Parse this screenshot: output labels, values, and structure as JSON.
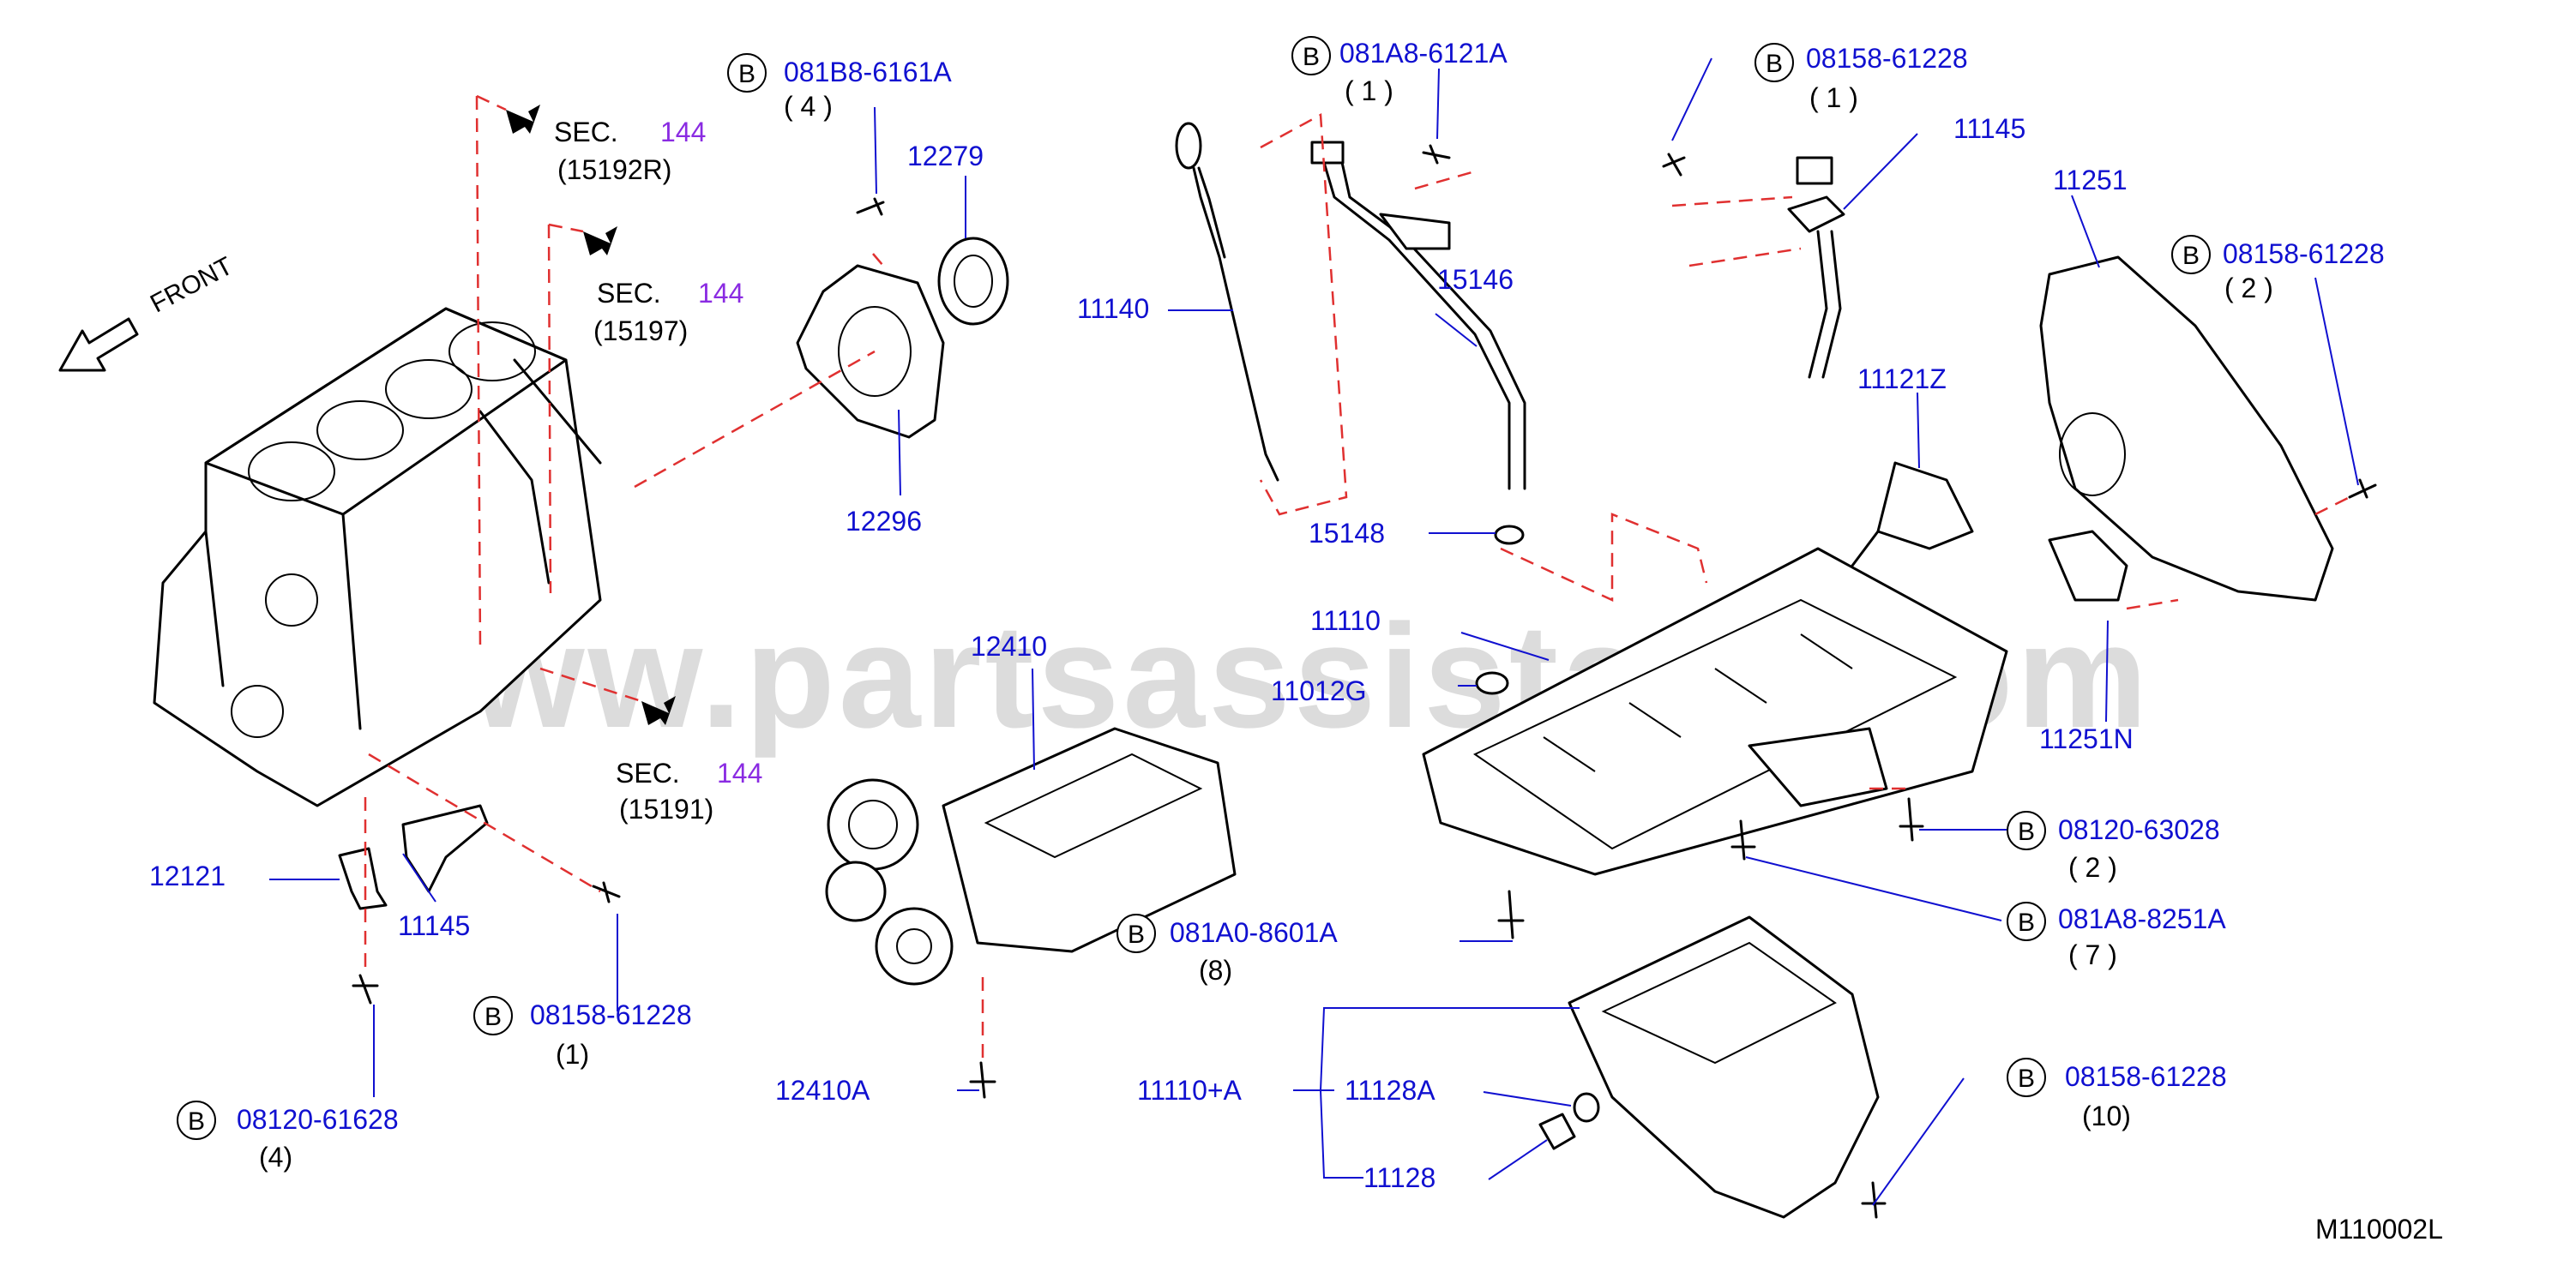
{
  "diagram": {
    "watermark": "www.partsassistant.com",
    "figure_code": "M110002L",
    "front_label": "FRONT",
    "colors": {
      "part_number": "#1010d0",
      "section_number": "#8a2be2",
      "leader_line": "#1010d0",
      "dashed_line": "#e03030",
      "outline": "#000000"
    },
    "sections": [
      {
        "label": "SEC.",
        "number": "144",
        "ref": "(15192R)"
      },
      {
        "label": "SEC.",
        "number": "144",
        "ref": "(15197)"
      },
      {
        "label": "SEC.",
        "number": "144",
        "ref": "(15191)"
      }
    ],
    "parts": {
      "p12279": "12279",
      "p12296": "12296",
      "p11140": "11140",
      "p15146": "15146",
      "p15148": "15148",
      "p11145_top": "11145",
      "p11251": "11251",
      "p11121Z": "11121Z",
      "p11110": "11110",
      "p11012G": "11012G",
      "p12410": "12410",
      "p11251N": "11251N",
      "p12121": "12121",
      "p11145_low": "11145",
      "p12410A": "12410A",
      "p11110A": "11110+A",
      "p11128A": "11128A",
      "p11128": "11128"
    },
    "bolts": {
      "b1": {
        "symbol": "B",
        "code": "081B8-6161A",
        "qty": "( 4 )"
      },
      "b2": {
        "symbol": "B",
        "code": "081A8-6121A",
        "qty": "( 1 )"
      },
      "b3": {
        "symbol": "B",
        "code": "08158-61228",
        "qty": "( 1 )"
      },
      "b4": {
        "symbol": "B",
        "code": "08158-61228",
        "qty": "( 2 )"
      },
      "b5": {
        "symbol": "B",
        "code": "08120-63028",
        "qty": "( 2 )"
      },
      "b6": {
        "symbol": "B",
        "code": "081A8-8251A",
        "qty": "( 7 )"
      },
      "b7": {
        "symbol": "B",
        "code": "081A0-8601A",
        "qty": "(8)"
      },
      "b8": {
        "symbol": "B",
        "code": "08158-61228",
        "qty": "(1)"
      },
      "b9": {
        "symbol": "B",
        "code": "08120-61628",
        "qty": "(4)"
      },
      "b10": {
        "symbol": "B",
        "code": "08158-61228",
        "qty": "(10)"
      }
    }
  }
}
